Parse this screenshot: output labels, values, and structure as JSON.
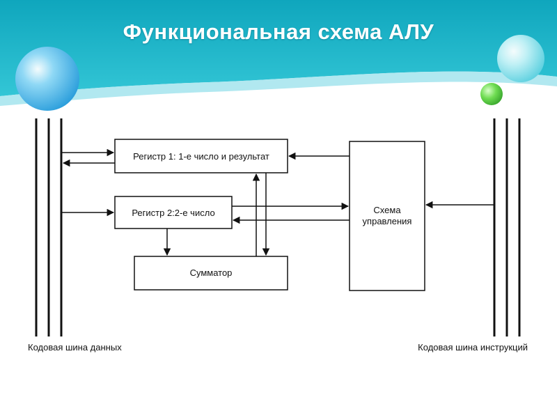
{
  "slide": {
    "title": "Функциональная схема АЛУ"
  },
  "diagram": {
    "blocks": {
      "register1": "Регистр 1: 1-е число и результат",
      "register2": "Регистр 2:2-е число",
      "adder": "Сумматор",
      "control_line1": "Схема",
      "control_line2": "управления"
    },
    "buses": {
      "data_bus": "Кодовая шина данных",
      "instruction_bus": "Кодовая шина инструкций"
    }
  },
  "colors": {
    "header_teal": "#19b5c8",
    "header_light": "#9fe3ec",
    "bubble_blue": "#3fb4e8",
    "bubble_green": "#55d04a",
    "line": "#111111"
  }
}
